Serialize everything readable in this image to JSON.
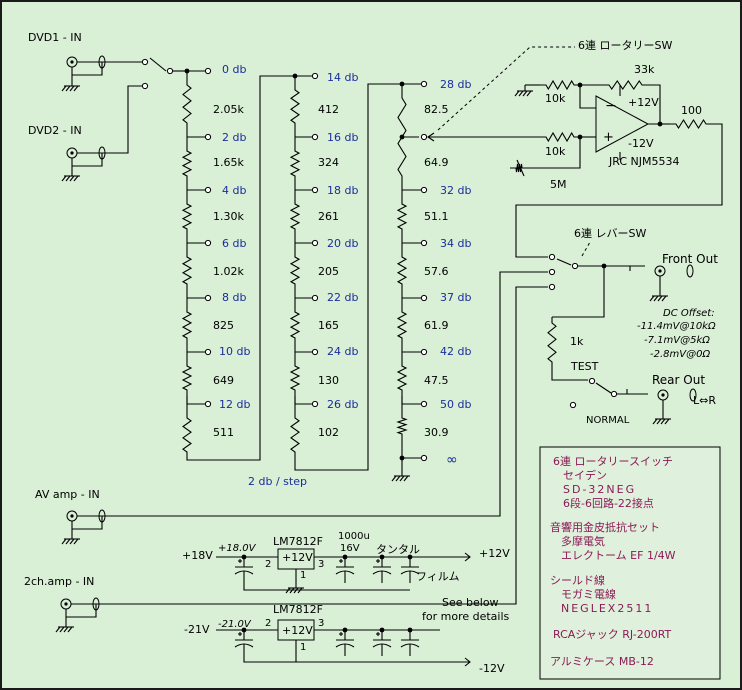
{
  "inputs": {
    "dvd1": "DVD1 - IN",
    "dvd2": "DVD2 - IN",
    "av_amp": "AV amp - IN",
    "two_ch": "2ch.amp - IN"
  },
  "switch_labels": {
    "rotary": "6連 ロータリーSW",
    "lever": "6連 レバーSW"
  },
  "ladder1": {
    "db": [
      "0 db",
      "2 db",
      "4 db",
      "6 db",
      "8 db",
      "10 db",
      "12 db"
    ],
    "res": [
      "2.05k",
      "1.65k",
      "1.30k",
      "1.02k",
      "825",
      "649",
      "511"
    ]
  },
  "ladder2": {
    "db": [
      "14 db",
      "16 db",
      "18 db",
      "20 db",
      "22 db",
      "24 db",
      "26 db"
    ],
    "res": [
      "412",
      "324",
      "261",
      "205",
      "165",
      "130",
      "102"
    ]
  },
  "ladder3": {
    "db": [
      "28 db",
      "32 db",
      "34 db",
      "37 db",
      "42 db",
      "50 db",
      "∞"
    ],
    "res": [
      "82.5",
      "64.9",
      "51.1",
      "57.6",
      "61.9",
      "47.5",
      "30.9"
    ]
  },
  "step_label": "2 db / step",
  "opamp": {
    "r_feedback": "33k",
    "r_in1": "10k",
    "r_in2": "10k",
    "r_out": "100",
    "pot": "5M",
    "vpos": "+12V",
    "vneg": "-12V",
    "name": "JRC NJM5534"
  },
  "outputs": {
    "front": "Front Out",
    "rear": "Rear Out",
    "lr": "L⇔R",
    "test_r": "1k",
    "test": "TEST",
    "normal": "NORMAL"
  },
  "dc_offset": {
    "title": "DC Offset:",
    "lines": [
      "-11.4mV@10kΩ",
      "-7.1mV@5kΩ",
      "-2.8mV@0Ω"
    ]
  },
  "power": {
    "reg_top": "LM7812F",
    "reg_top_out": "+12V",
    "reg_bot": "LM7812F",
    "reg_bot_out": "+12V",
    "in_pos": "+18V",
    "in_pos_meas": "+18.0V",
    "in_neg": "-21V",
    "in_neg_meas": "-21.0V",
    "out_pos": "+12V",
    "out_neg": "-12V",
    "cap_value": "1000u",
    "cap_voltage": "16V",
    "tantal": "タンタル",
    "film": "フィルム",
    "pin1": "1",
    "pin2": "2",
    "pin3": "3",
    "see_below_1": "See below",
    "see_below_2": "for more details"
  },
  "parts": {
    "rotary_title": "6連 ロータリースイッチ",
    "rotary_maker": "セイデン",
    "rotary_model": "SD-32NEG",
    "rotary_spec": "6段-6回路-22接点",
    "res_title": "音響用金皮抵抗セット",
    "res_maker": "多摩電気",
    "res_model": "エレクトーム EF 1/4W",
    "cable_title": "シールド線",
    "cable_maker": "モガミ電線",
    "cable_model": "NEGLEX2511",
    "rca": "RCAジャック RJ-200RT",
    "case": "アルミケース MB-12"
  }
}
